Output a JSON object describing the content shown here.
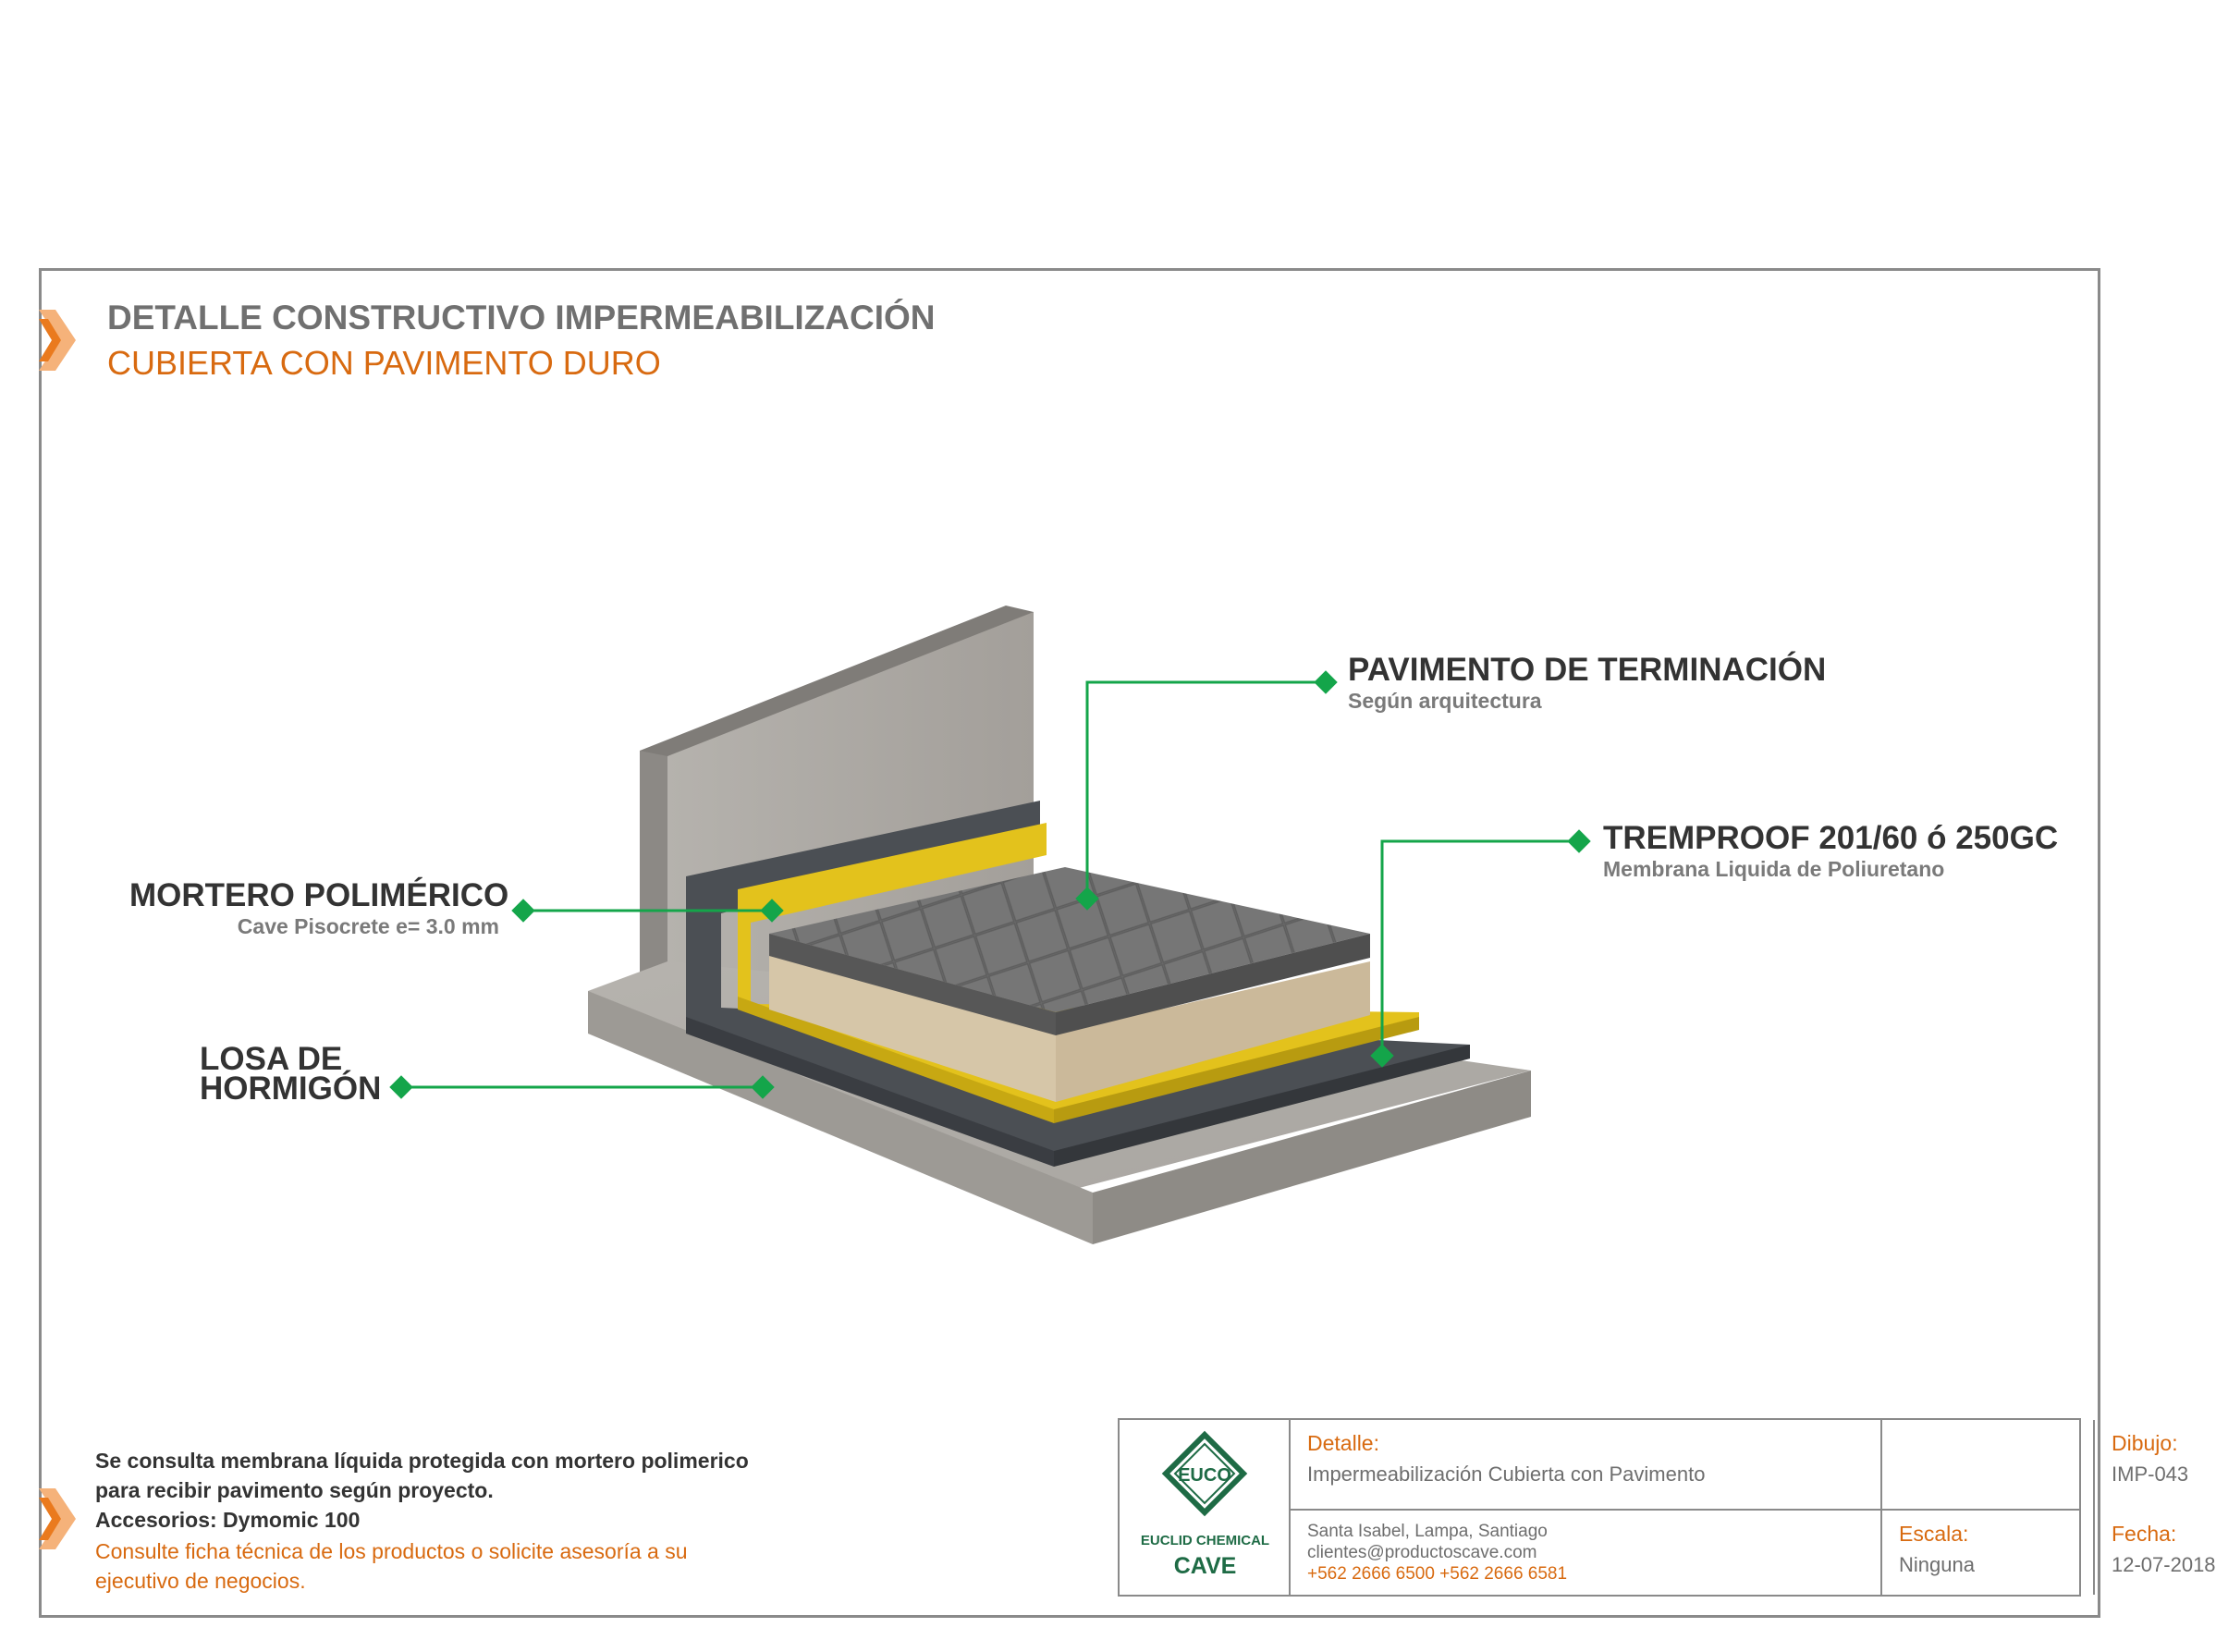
{
  "header": {
    "title": "DETALLE CONSTRUCTIVO IMPERMEABILIZACIÓN",
    "subtitle": "CUBIERTA CON PAVIMENTO DURO"
  },
  "labels": {
    "pavimento": {
      "title": "PAVIMENTO DE TERMINACIÓN",
      "sub": "Según arquitectura"
    },
    "tremproof": {
      "title": "TREMPROOF 201/60 ó 250GC",
      "sub": "Membrana Liquida de Poliuretano"
    },
    "mortero": {
      "title": "MORTERO POLIMÉRICO",
      "sub": "Cave Pisocrete e= 3.0 mm"
    },
    "losa": {
      "line1": "LOSA DE",
      "line2": "HORMIGÓN"
    }
  },
  "notes": {
    "line1": "Se consulta membrana líquida protegida con mortero polimerico",
    "line2": "para recibir pavimento según proyecto.",
    "line3": "Accesorios: Dymomic 100",
    "line4": "Consulte ficha técnica de los productos o solicite asesoría a su",
    "line5": "ejecutivo de negocios."
  },
  "title_block": {
    "logo_monogram": "EUCO",
    "logo_line1": "EUCLID CHEMICAL",
    "logo_line2": "CAVE",
    "detalle_label": "Detalle:",
    "detalle_value": "Impermeabilización Cubierta con Pavimento",
    "dibujo_label": "Dibujo:",
    "dibujo_value": "IMP-043",
    "address": "Santa Isabel, Lampa, Santiago",
    "email": "clientes@productoscave.com",
    "phones": "+562 2666 6500   +562 2666 6581",
    "escala_label": "Escala:",
    "escala_value": "Ninguna",
    "fecha_label": "Fecha:",
    "fecha_value": "12-07-2018"
  },
  "colors": {
    "accent_orange": "#d86a10",
    "leader_green": "#14a54a",
    "membrane_yellow": "#e3c21c",
    "concrete": "#a8a5a0"
  }
}
